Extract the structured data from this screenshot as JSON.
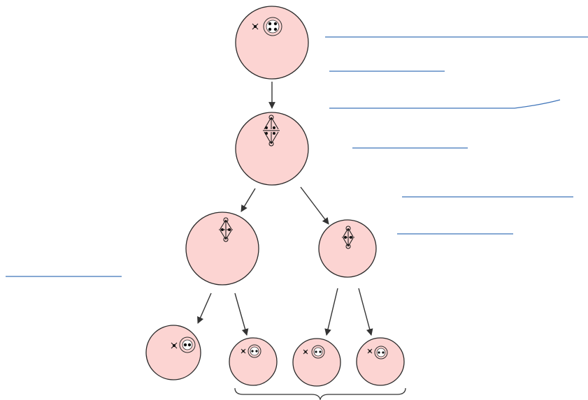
{
  "diagram": {
    "cells": [
      {
        "id": "primary-oocyte",
        "chromosomes": 4
      },
      {
        "id": "metaphase-i-cell",
        "chromosomes": 4
      },
      {
        "id": "secondary-oocyte",
        "chromosomes": 2
      },
      {
        "id": "first-polar-body",
        "chromosomes": 2
      },
      {
        "id": "ovum",
        "chromosomes": 2
      },
      {
        "id": "second-polar-body",
        "chromosomes": 2
      },
      {
        "id": "polar-body-left",
        "chromosomes": 2
      },
      {
        "id": "polar-body-right",
        "chromosomes": 2
      }
    ],
    "blank_label_lines": 7,
    "colors": {
      "cell_fill": "#fcd4d2",
      "cell_outline": "#2a2a2a",
      "label_line": "#3f74b9",
      "arrow": "#333333",
      "chromosome": "#111111"
    }
  }
}
